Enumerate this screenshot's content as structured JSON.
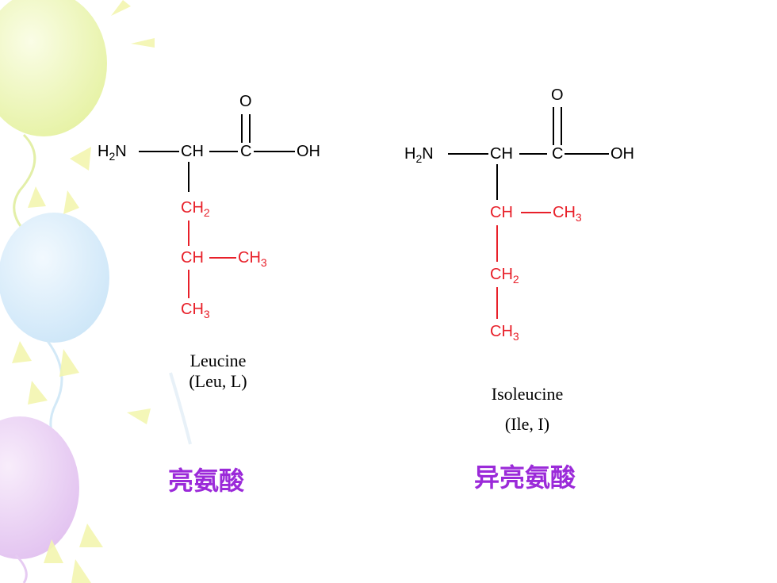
{
  "leucine": {
    "h2n": {
      "h": "H",
      "sub": "2",
      "n": "N"
    },
    "ch_alpha": "CH",
    "c_carboxyl": "C",
    "o": "O",
    "oh": "OH",
    "ch2": {
      "ch": "CH",
      "sub": "2"
    },
    "ch_branch": "CH",
    "ch3_side": {
      "ch": "CH",
      "sub": "3"
    },
    "ch3_end": {
      "ch": "CH",
      "sub": "3"
    },
    "name": "Leucine",
    "abbrev": "(Leu, L)",
    "chinese": "亮氨酸"
  },
  "isoleucine": {
    "h2n": {
      "h": "H",
      "sub": "2",
      "n": "N"
    },
    "ch_alpha": "CH",
    "c_carboxyl": "C",
    "o": "O",
    "oh": "OH",
    "ch_branch": "CH",
    "ch3_side": {
      "ch": "CH",
      "sub": "3"
    },
    "ch2": {
      "ch": "CH",
      "sub": "2"
    },
    "ch3_end": {
      "ch": "CH",
      "sub": "3"
    },
    "name": "Isoleucine",
    "abbrev": "(Ile, I)",
    "chinese": "异亮氨酸"
  },
  "colors": {
    "backbone": "#000000",
    "side_chain": "#e8202a",
    "chinese_label": "#9b2ad9",
    "balloon_yellow": "#eef7b4",
    "balloon_blue": "#d6ecfb",
    "balloon_purple": "#ecd2f5"
  }
}
